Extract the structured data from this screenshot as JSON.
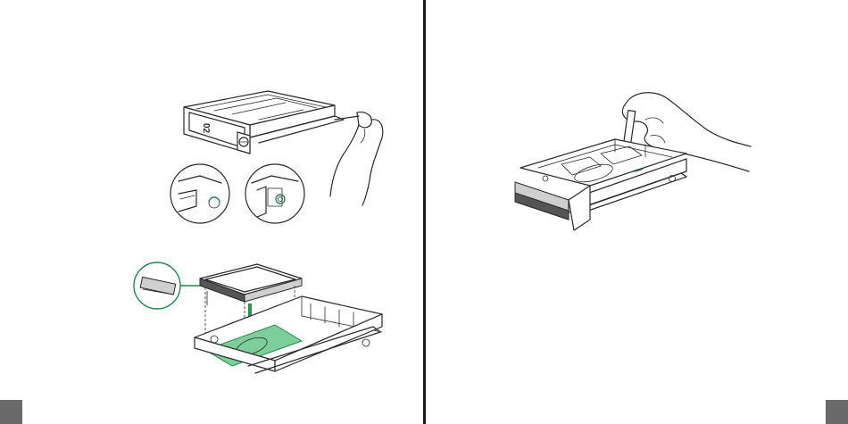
{
  "colors": {
    "accent_green": "#1f9a4f",
    "line": "#2b2b2b",
    "divider": "#1a1a1a",
    "page_tab": "#6a6a6a"
  },
  "left_page": {
    "tray_figure": {
      "front_label": "02",
      "icon": "lock-icon"
    },
    "detail_circles": [
      "tray-detail-left",
      "tray-detail-right"
    ],
    "drive_figure": {
      "arrow_icon": "down-arrow-icon",
      "zoom": "connector-detail"
    }
  },
  "right_page": {
    "screw_figure": {
      "rotation_icon": "rotate-arrow-icon"
    }
  }
}
